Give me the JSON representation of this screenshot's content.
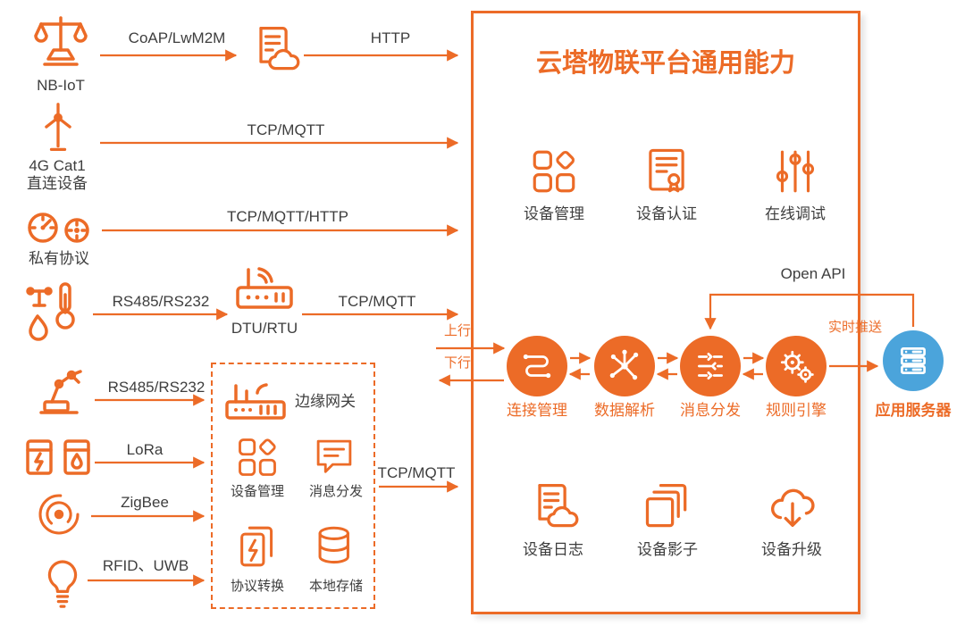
{
  "colors": {
    "orange": "#EC6B27",
    "blue": "#4BA4DB"
  },
  "title": "云塔物联平台通用能力",
  "devices": {
    "nbiot": {
      "label": "NB-IoT",
      "protocol1": "CoAP/LwM2M",
      "protocol2": "HTTP"
    },
    "cat4g": {
      "label_line1": "4G Cat1",
      "label_line2": "直连设备",
      "protocol": "TCP/MQTT"
    },
    "private": {
      "label": "私有协议",
      "protocol": "TCP/MQTT/HTTP"
    },
    "sensor": {
      "protocol1": "RS485/RS232",
      "gateway_label": "DTU/RTU",
      "protocol2": "TCP/MQTT"
    },
    "robot": {
      "protocol": "RS485/RS232"
    },
    "meter": {
      "protocol": "LoRa"
    },
    "zigbee": {
      "protocol": "ZigBee"
    },
    "bulb": {
      "protocol": "RFID、UWB"
    }
  },
  "edge": {
    "title": "边缘网关",
    "features": [
      {
        "label": "设备管理"
      },
      {
        "label": "消息分发"
      },
      {
        "label": "协议转换"
      },
      {
        "label": "本地存储"
      }
    ],
    "protocol": "TCP/MQTT"
  },
  "link": {
    "up": "上行",
    "down": "下行"
  },
  "platform": {
    "top_features": [
      {
        "label": "设备管理"
      },
      {
        "label": "设备认证"
      },
      {
        "label": "在线调试"
      }
    ],
    "pipeline": [
      {
        "label": "连接管理"
      },
      {
        "label": "数据解析"
      },
      {
        "label": "消息分发"
      },
      {
        "label": "规则引擎"
      }
    ],
    "open_api": "Open API",
    "push_label": "实时推送",
    "bottom_features": [
      {
        "label": "设备日志"
      },
      {
        "label": "设备影子"
      },
      {
        "label": "设备升级"
      }
    ]
  },
  "app_server": {
    "label": "应用服务器"
  }
}
